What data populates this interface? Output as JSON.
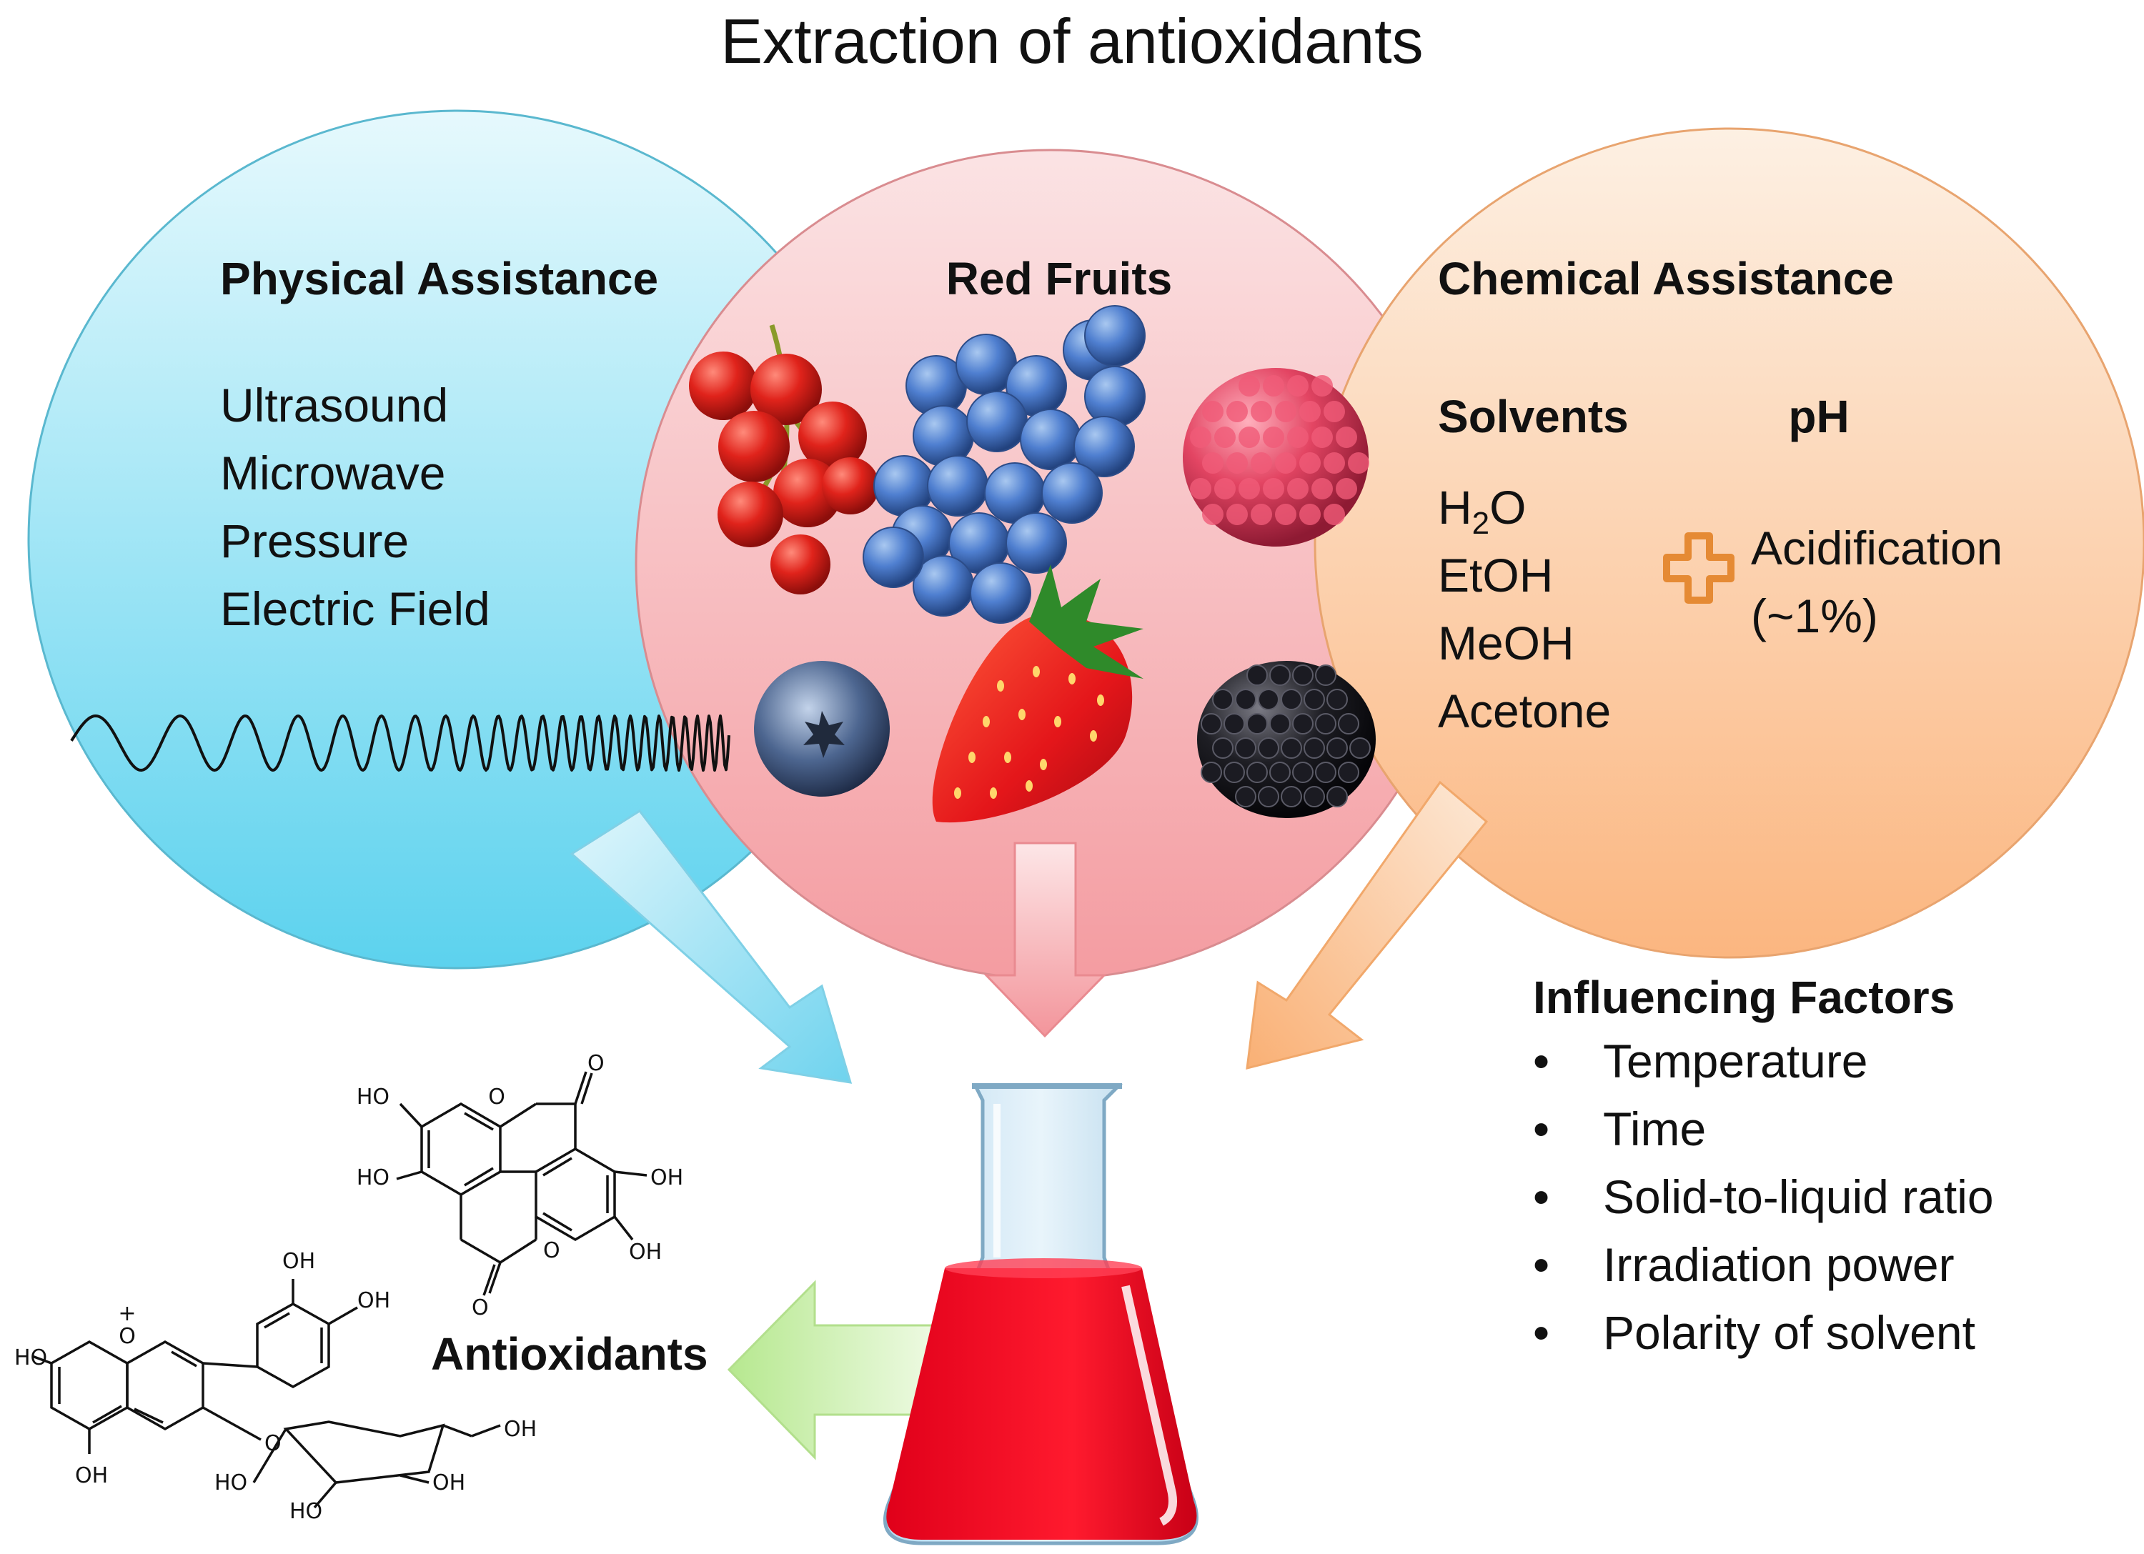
{
  "title": "Extraction of antioxidants",
  "physical": {
    "heading": "Physical Assistance",
    "items": [
      "Ultrasound",
      "Microwave",
      "Pressure",
      "Electric Field"
    ],
    "color": "#6fd6ef"
  },
  "fruits": {
    "heading": "Red Fruits",
    "color": "#f6a9ad"
  },
  "chemical": {
    "heading": "Chemical Assistance",
    "solvents_heading": "Solvents",
    "solvents": [
      "EtOH",
      "MeOH",
      "Acetone"
    ],
    "water": {
      "base": "H",
      "sub": "2",
      "end": "O"
    },
    "ph_heading": "pH",
    "acid_line1": "Acidification",
    "acid_line2": "(~1%)",
    "color": "#fbbf8c"
  },
  "factors": {
    "heading": "Influencing Factors",
    "bullet": "•",
    "items": [
      "Temperature",
      "Time",
      "Solid-to-liquid ratio",
      "Irradiation power",
      "Polarity of solvent"
    ]
  },
  "antioxidants_label": "Antioxidants",
  "chem_labels": {
    "oh": "OH",
    "ho": "HO",
    "o": "O",
    "ring_o": "O",
    "plus": "+"
  }
}
